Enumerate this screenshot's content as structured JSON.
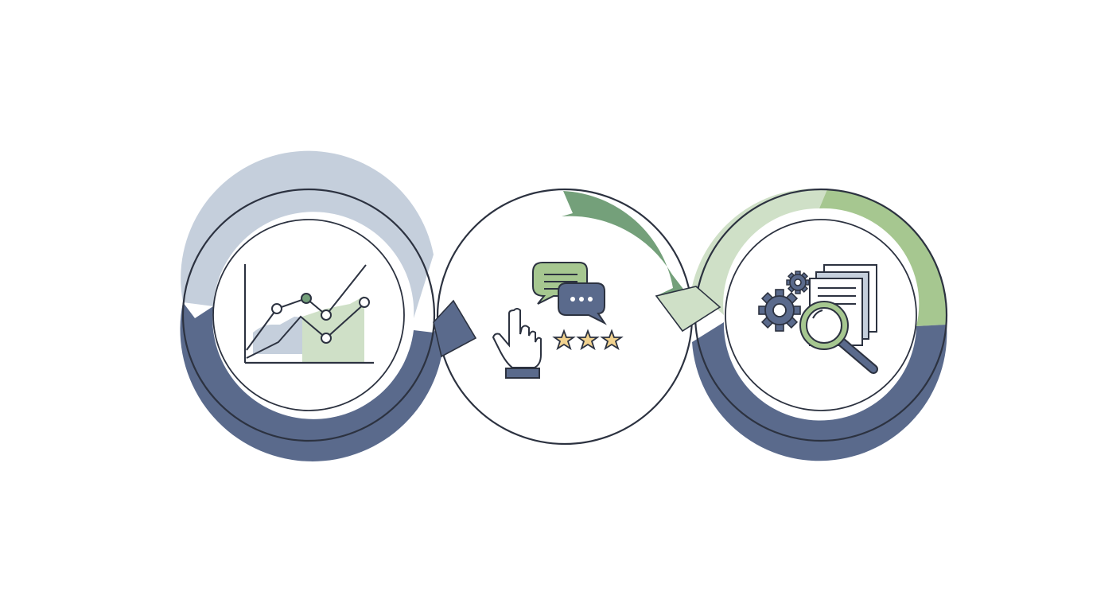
{
  "diagram": {
    "type": "cycle",
    "stages": [
      {
        "id": "analytics",
        "icon": "line-chart-icon"
      },
      {
        "id": "feedback",
        "icon": "click-feedback-icon"
      },
      {
        "id": "review",
        "icon": "gear-document-search-icon"
      }
    ]
  },
  "colors": {
    "navy": "#5a6a8c",
    "navy_light": "#c5cfdc",
    "green": "#74a07a",
    "green_light": "#cfe0c7",
    "green_mid": "#a6c790",
    "outline": "#2c3240",
    "star": "#f1d28f"
  }
}
